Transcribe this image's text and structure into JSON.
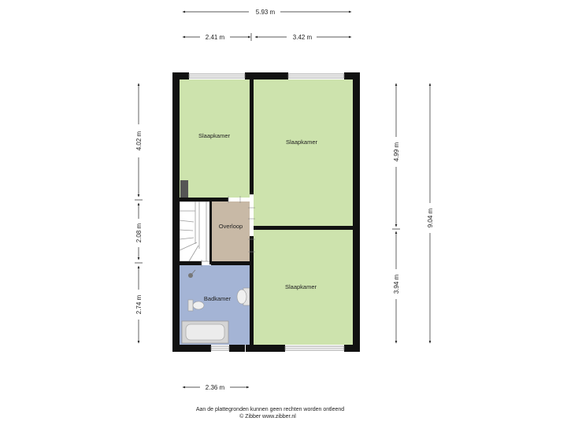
{
  "rooms": {
    "slaapkamer_top_left": "Slaapkamer",
    "slaapkamer_top_right": "Slaapkamer",
    "overloop": "Overloop",
    "badkamer": "Badkamer",
    "slaapkamer_bottom_right": "Slaapkamer"
  },
  "dimensions": {
    "total_width": "5.93 m",
    "width_left": "2.41 m",
    "width_right": "3.42 m",
    "bottom_width": "2.36 m",
    "left_top": "4.02 m",
    "left_middle": "2.08 m",
    "left_bottom": "2.74 m",
    "right_top": "4.99 m",
    "right_bottom": "3.94 m",
    "total_depth": "9.04 m"
  },
  "footer": {
    "line1": "Aan de plattegronden kunnen geen rechten worden ontleend",
    "line2": "© Zibber www.zibber.nl"
  },
  "colors": {
    "bedroom": "#cde3ad",
    "landing": "#c8b9a6",
    "bathroom": "#a4b4d5",
    "wall": "#111111"
  }
}
